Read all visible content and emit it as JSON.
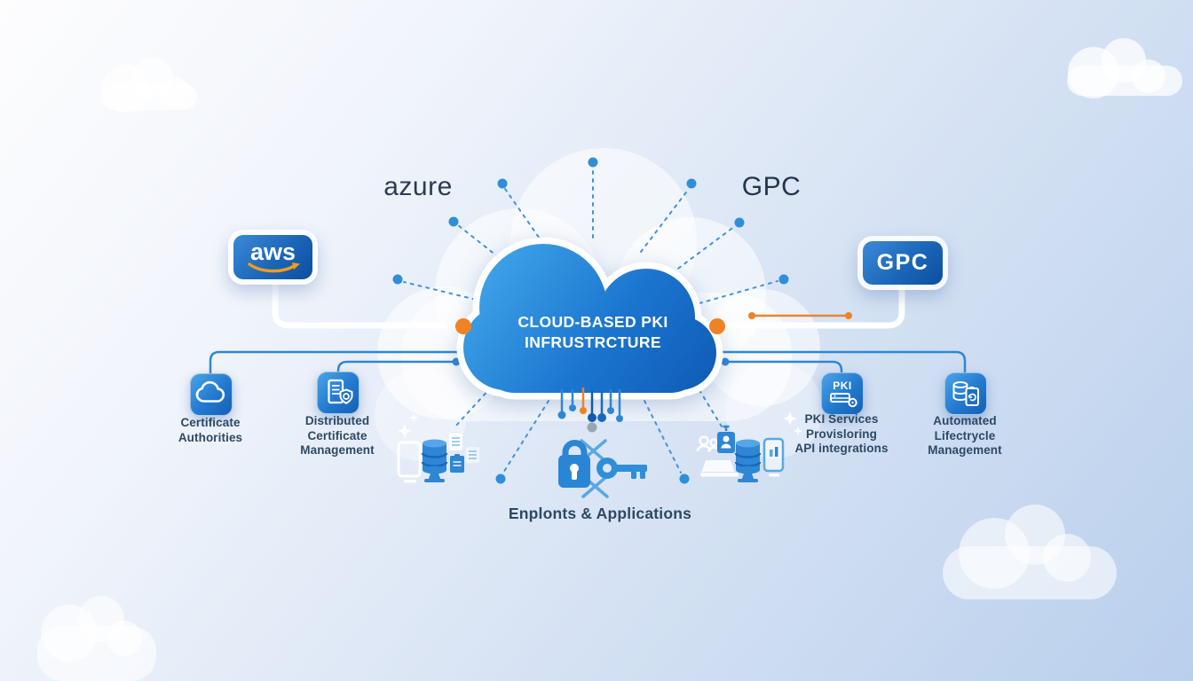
{
  "cloud": {
    "title_line1": "CLOUD-BASED PKI",
    "title_line2": "INFRUSTRCTURE"
  },
  "cloud_providers": {
    "azure_text_label": "azure",
    "gpc_text_label": "GPC",
    "aws_badge_label": "aws",
    "gpc_badge_label": "GPC"
  },
  "features": [
    {
      "icon": "cloud-icon",
      "label_lines": [
        "Certificate",
        "Authorities"
      ]
    },
    {
      "icon": "certificate-shield-icon",
      "label_lines": [
        "Distributed",
        "Certificate",
        "Management"
      ]
    },
    {
      "icon": "pki-server-gear-icon",
      "icon_text": "PKI",
      "label_lines": [
        "PKI Services",
        "Provisloring",
        "API integrations"
      ]
    },
    {
      "icon": "database-clipboard-icon",
      "label_lines": [
        "Automated",
        "Lifectrycle",
        "Management"
      ]
    }
  ],
  "endpoints": {
    "label": "Enplonts & Applications"
  },
  "colors": {
    "primary_blue": "#2279cf",
    "deep_blue": "#0f5cb5",
    "light_blue": "#3fa4e9",
    "accent_orange": "#f08125",
    "label_text": "#2c4965",
    "background_light": "#fdfdfe",
    "background_deep": "#b9cfec"
  }
}
